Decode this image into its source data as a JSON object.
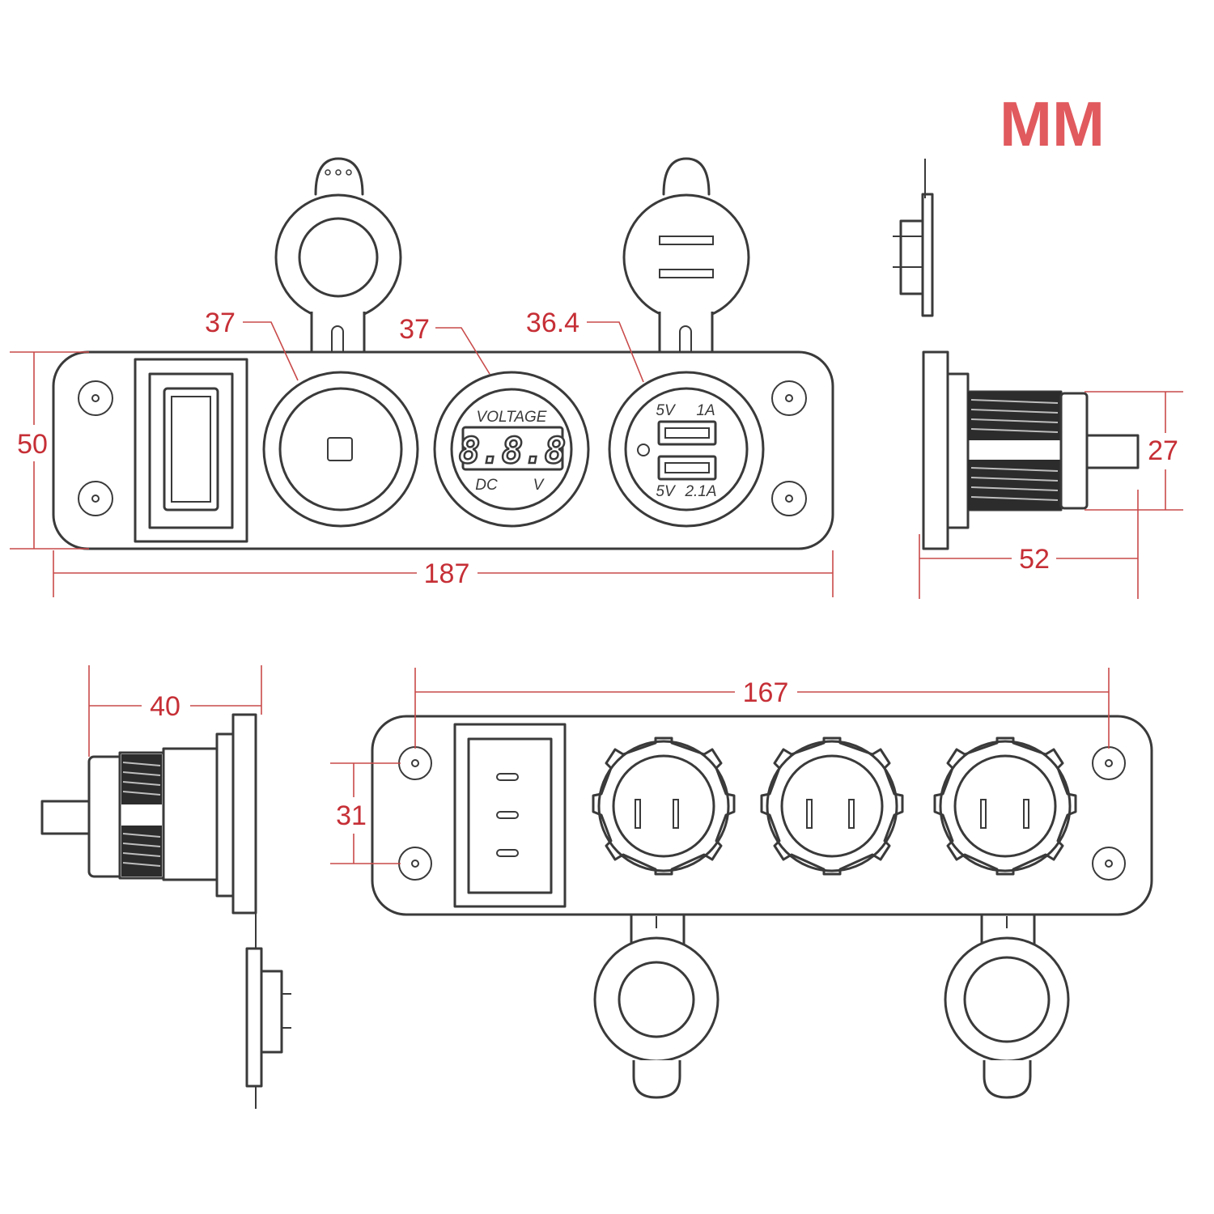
{
  "unit_label": "MM",
  "front_view": {
    "callouts": {
      "socket": "37",
      "voltmeter": "37",
      "usb": "36.4"
    },
    "height_dim": "50",
    "width_dim": "187",
    "voltmeter": {
      "title": "VOLTAGE",
      "display": "8.8.8",
      "dc": "DC",
      "v": "V"
    },
    "usb": {
      "top_volt": "5V",
      "top_amp": "1A",
      "bottom_volt": "5V",
      "bottom_amp": "2.1A"
    }
  },
  "side_view": {
    "height_dim": "27",
    "depth_dim": "52"
  },
  "rear_side_view": {
    "depth_dim": "40"
  },
  "rear_view": {
    "width_dim": "167",
    "hole_spacing_dim": "31"
  }
}
